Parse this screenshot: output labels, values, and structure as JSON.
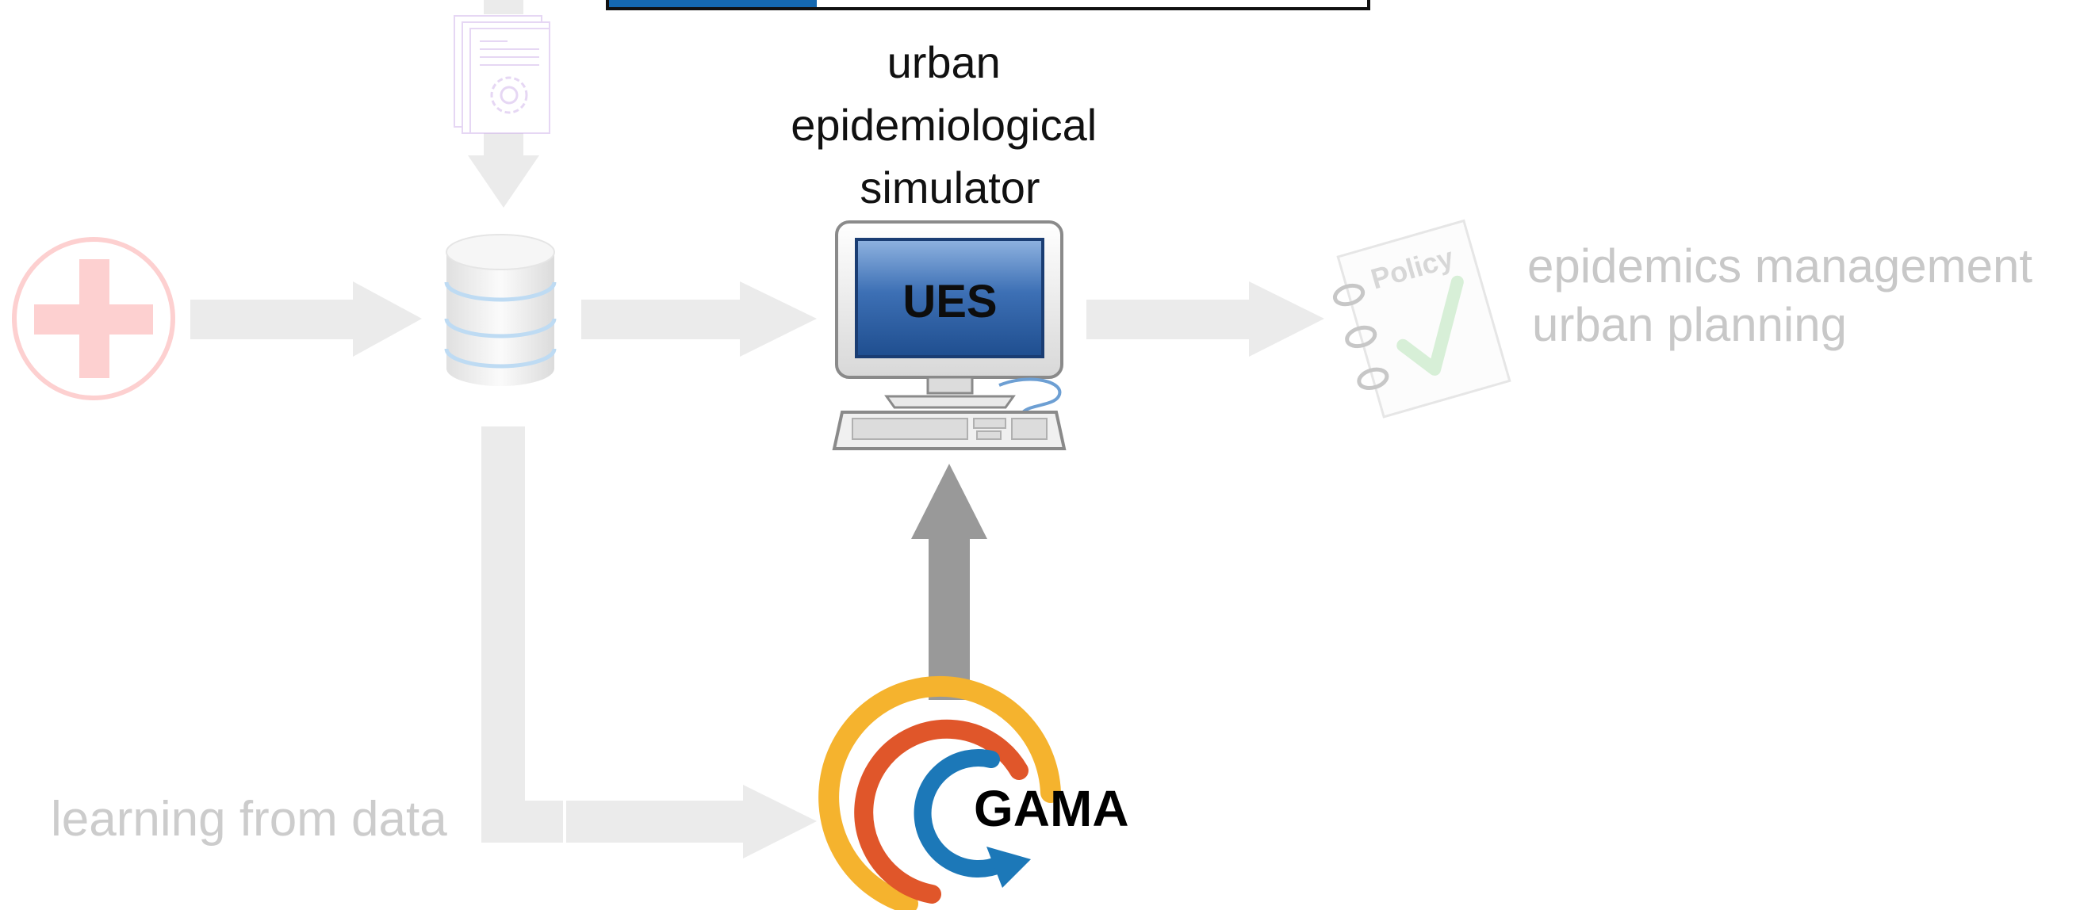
{
  "simulator": {
    "title_lines": [
      "urban",
      "epidemiological",
      "simulator"
    ],
    "screen_label": "UES"
  },
  "outputs": {
    "policy_label": "Policy",
    "lines": [
      "epidemics management",
      "urban planning"
    ]
  },
  "learning": {
    "label": "learning from data"
  },
  "gama": {
    "logo_text": "GAMA"
  },
  "colors": {
    "faded_arrow": "#ebebeb",
    "active_arrow": "#999999",
    "faded_text": "#c8c8c8",
    "medical_cross": "#fdd8d8",
    "progress_fill": "#1568b0",
    "screen_blue": "#2f62a6",
    "gama_yellow": "#f5b32e",
    "gama_orange": "#e0562a",
    "gama_blue": "#1c78b8"
  }
}
